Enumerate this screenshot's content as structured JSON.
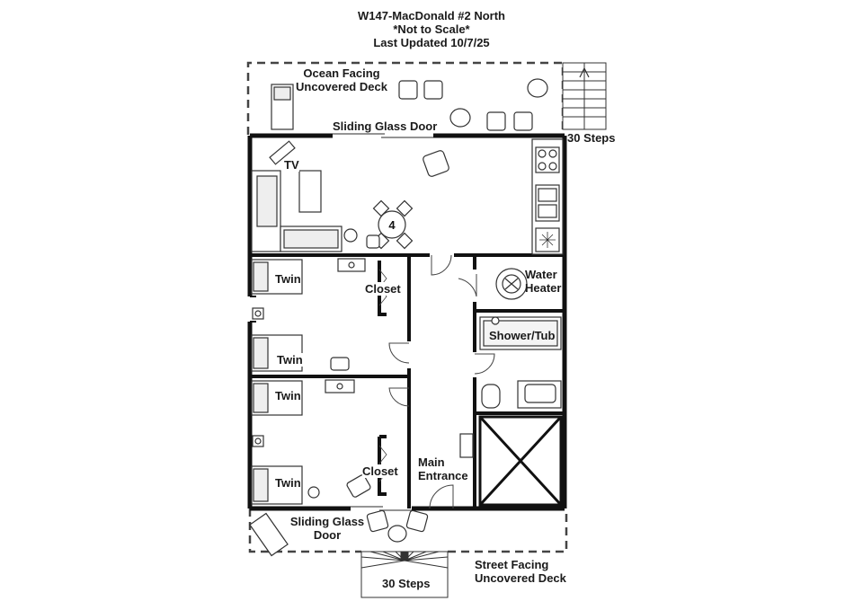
{
  "header": {
    "title": "W147-MacDonald #2 North",
    "scale_note": "*Not to Scale*",
    "updated": "Last Updated 10/7/25"
  },
  "labels": {
    "ocean_deck": [
      "Ocean Facing",
      "Uncovered Deck"
    ],
    "sliding_door_top": "Sliding Glass Door",
    "steps_top": "30 Steps",
    "tv": "TV",
    "dining_seats": "4",
    "twin_1": "Twin",
    "twin_2": "Twin",
    "twin_3": "Twin",
    "twin_4": "Twin",
    "closet_1": "Closet",
    "closet_2": "Closet",
    "water_heater": [
      "Water",
      "Heater"
    ],
    "shower_tub": "Shower/Tub",
    "main_entrance": [
      "Main",
      "Entrance"
    ],
    "sliding_door_bottom": [
      "Sliding Glass",
      "Door"
    ],
    "street_deck": [
      "Street Facing",
      "Uncovered Deck"
    ],
    "steps_bottom": "30 Steps"
  },
  "colors": {
    "wall": "#111111",
    "line": "#333333",
    "fill": "#ffffff",
    "furniture": "#e6e6e6"
  }
}
